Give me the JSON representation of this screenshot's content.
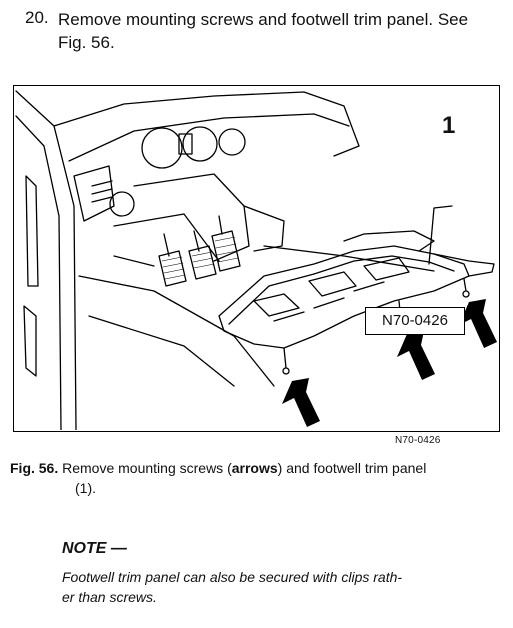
{
  "step": {
    "number": "20.",
    "text_line1": "Remove mounting screws and footwell trim panel. See",
    "text_line2": "Fig. 56."
  },
  "figure": {
    "callout": "1",
    "ref_box": "N70-0426",
    "code": "N70-0426",
    "illustration": "dashboard-footwell-trim-panel-illustration"
  },
  "caption": {
    "label": "Fig. 56.",
    "part1": "Remove mounting screws (",
    "bold_word": "arrows",
    "part2": ") and footwell trim panel",
    "line2": "(1)."
  },
  "note": {
    "heading": "NOTE —",
    "line1": "Footwell trim panel can also be secured with clips rath-",
    "line2": "er than screws."
  }
}
